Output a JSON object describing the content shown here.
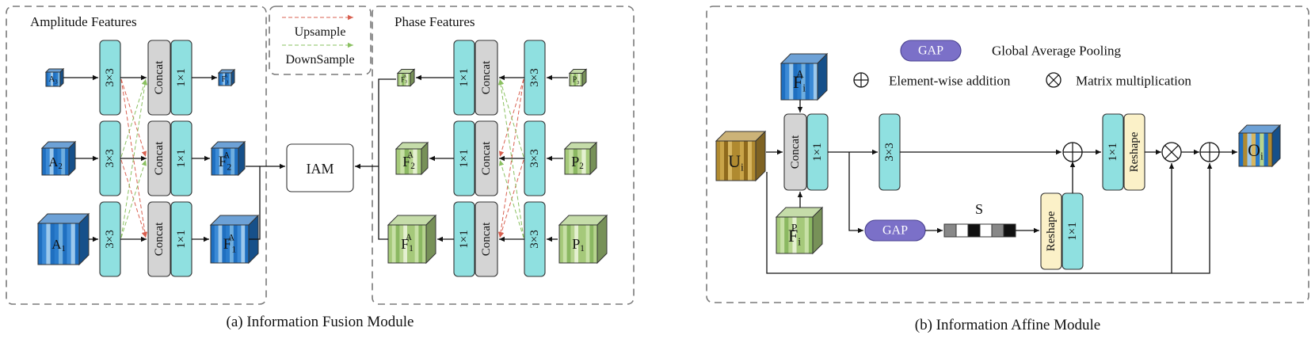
{
  "panel_a": {
    "caption": "(a) Information Fusion  Module",
    "amplitude_title": "Amplitude Features",
    "phase_title": "Phase Features",
    "legend": {
      "upsample": "Upsample",
      "downsample": "DownSample"
    },
    "conv3": "3×3",
    "conv1": "1×1",
    "concat": "Concat",
    "iam": "IAM",
    "amp_inputs": [
      {
        "base": "A",
        "sub": "3"
      },
      {
        "base": "A",
        "sub": "2"
      },
      {
        "base": "A",
        "sub": "1"
      }
    ],
    "amp_outputs": [
      {
        "base": "F",
        "sub": "3",
        "sup": "A"
      },
      {
        "base": "F",
        "sub": "2",
        "sup": "A"
      },
      {
        "base": "F",
        "sub": "1",
        "sup": "A"
      }
    ],
    "phase_inputs": [
      {
        "base": "P",
        "sub": "3"
      },
      {
        "base": "P",
        "sub": "2"
      },
      {
        "base": "P",
        "sub": "1"
      }
    ],
    "phase_outputs": [
      {
        "base": "F",
        "sub": "3",
        "sup": "A"
      },
      {
        "base": "F",
        "sub": "2",
        "sup": "A"
      },
      {
        "base": "F",
        "sub": "1",
        "sup": "A"
      }
    ]
  },
  "panel_b": {
    "caption": "(b) Information Affine Module",
    "gap": "GAP",
    "gap_desc": "Global Average Pooling",
    "add_desc": "Element-wise addition",
    "mul_desc": "Matrix multiplication",
    "conv3": "3×3",
    "conv1": "1×1",
    "concat": "Concat",
    "reshape": "Reshape",
    "s_label": "S",
    "u": {
      "base": "U",
      "sub": "i"
    },
    "fa": {
      "base": "F",
      "sub": "i",
      "sup": "A"
    },
    "fp": {
      "base": "F",
      "sub": "i",
      "sup": "P"
    },
    "o": {
      "base": "O",
      "sub": "i"
    }
  },
  "colors": {
    "teal": "#8fe0e0",
    "concat_grey": "#d4d4d4",
    "reshape_cream": "#fbf1c8",
    "gap_purple": "#7b70c8",
    "amp_blue": "#1f6fc0",
    "phase_green": "#a5c97a",
    "u_gold": "#b08a30",
    "upsample_red": "#d86050",
    "downsample_green": "#8ac060"
  }
}
